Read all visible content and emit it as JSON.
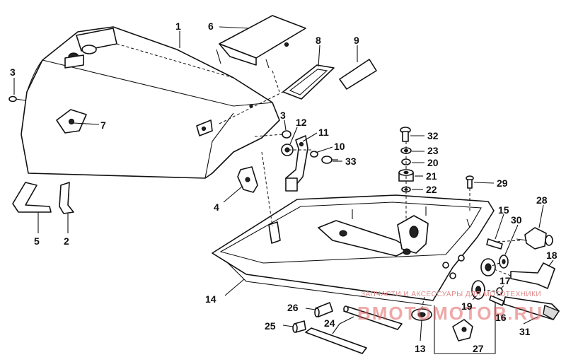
{
  "diagram": {
    "part_numbers": [
      "1",
      "2",
      "3",
      "3",
      "4",
      "5",
      "6",
      "7",
      "8",
      "9",
      "10",
      "11",
      "12",
      "13",
      "14",
      "15",
      "16",
      "17",
      "18",
      "19",
      "20",
      "21",
      "22",
      "23",
      "24",
      "25",
      "26",
      "27",
      "28",
      "29",
      "30",
      "31",
      "32",
      "33"
    ]
  },
  "watermark": {
    "line1": "ЗАПЧАСТИ И АКСЕССУАРЫ ДЛЯ МОТОТЕХНИКИ",
    "line2": "ВМОТОМОТОR.RU"
  },
  "colors": {
    "ink": "#111111",
    "watermark": "#e06060",
    "background": "#ffffff"
  }
}
